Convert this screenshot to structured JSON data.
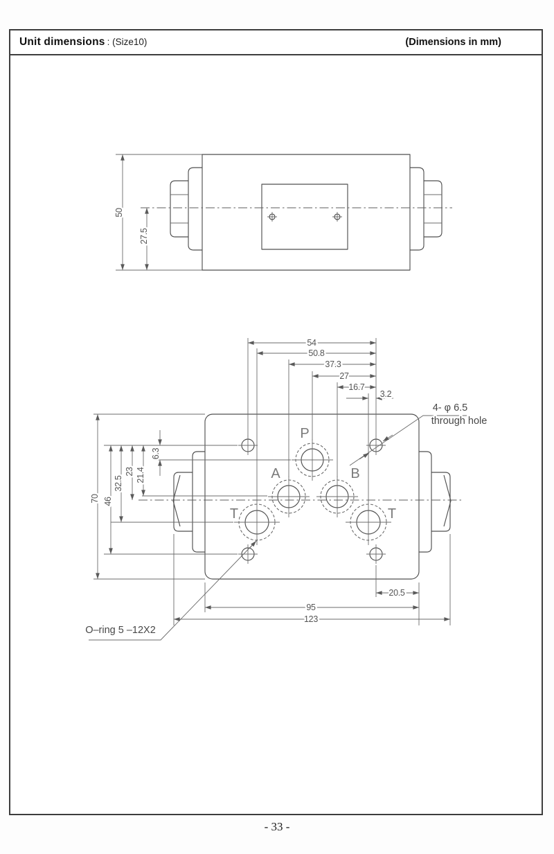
{
  "header": {
    "title": "Unit dimensions",
    "size_note": ": (Size10)",
    "units_note": "(Dimensions in mm)"
  },
  "top_view": {
    "dim_height": "50",
    "dim_center_to_bottom": "27.5"
  },
  "bottom_view": {
    "ports": {
      "p": "P",
      "a": "A",
      "b": "B",
      "t_left": "T",
      "t_right": "T"
    },
    "top_dims": {
      "d1": "54",
      "d2": "50.8",
      "d3": "37.3",
      "d4": "27",
      "d5": "16.7",
      "d6": "3.2"
    },
    "left_dims": {
      "d1": "70",
      "d2": "46",
      "d3": "32.5",
      "d4": "23",
      "d5": "21.4",
      "d6": "6.3"
    },
    "bottom_dims": {
      "d1": "20.5",
      "d2": "95",
      "d3": "123"
    },
    "through_hole_note": {
      "line1": "4- φ 6.5",
      "line2": "through hole"
    },
    "oring_note": "O–ring 5 –12X2"
  },
  "footer": {
    "page_number": "- 33 -"
  }
}
